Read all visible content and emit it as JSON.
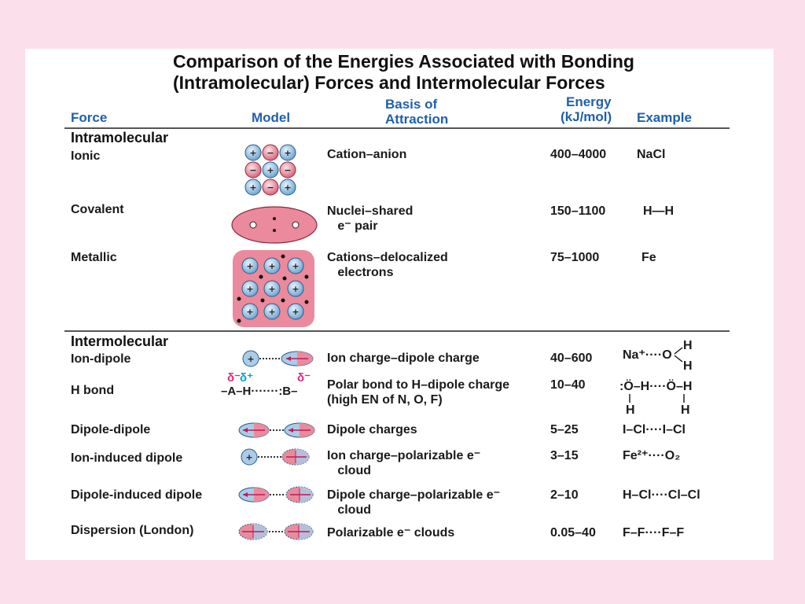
{
  "title_line1": "Comparison of the Energies Associated with Bonding",
  "title_line2": "(Intramolecular) Forces and Intermolecular Forces",
  "headers": {
    "force": "Force",
    "model": "Model",
    "basis_line1": "Basis of",
    "basis_line2": "Attraction",
    "energy_line1": "Energy",
    "energy_line2": "(kJ/mol)",
    "example": "Example"
  },
  "sections": {
    "intramolecular": "Intramolecular",
    "intermolecular": "Intermolecular"
  },
  "rows": [
    {
      "force": "Ionic",
      "basis": "Cation–anion",
      "energy": "400–4000",
      "example": "NaCl"
    },
    {
      "force": "Covalent",
      "basis": "Nuclei–shared\n   e⁻ pair",
      "energy": "150–1100",
      "example": "H—H"
    },
    {
      "force": "Metallic",
      "basis": "Cations–delocalized\n   electrons",
      "energy": "75–1000",
      "example": "Fe"
    },
    {
      "force": "Ion-dipole",
      "basis": "Ion charge–dipole charge",
      "energy": "40–600",
      "example": "Na⁺····O"
    },
    {
      "force": "H bond",
      "basis": "Polar bond to H–dipole charge\n(high EN of N, O, F)",
      "energy": "10–40",
      "example": ":Ö–H····Ö–H"
    },
    {
      "force": "Dipole-dipole",
      "basis": "Dipole charges",
      "energy": "5–25",
      "example": "I–Cl····I–Cl"
    },
    {
      "force": "Ion-induced dipole",
      "basis": "Ion charge–polarizable e⁻\n   cloud",
      "energy": "3–15",
      "example": "Fe²⁺····O₂"
    },
    {
      "force": "Dipole-induced dipole",
      "basis": "Dipole charge–polarizable e⁻\n   cloud",
      "energy": "2–10",
      "example": "H–Cl····Cl–Cl"
    },
    {
      "force": "Dispersion (London)",
      "basis": "Polarizable e⁻ clouds",
      "energy": "0.05–40",
      "example": "F–F····F–F"
    }
  ],
  "hbond_model": {
    "delta_minus_left": "δ⁻",
    "delta_plus": "δ⁺",
    "delta_minus_right": "δ⁻",
    "formula": "–A–H·······:B–"
  },
  "example_labels": {
    "iondipole_h_top": "H",
    "iondipole_h_bottom": "H",
    "hbond_h_left": "H",
    "hbond_h_right": "H"
  },
  "colors": {
    "background": "#fbe0ec",
    "header_blue": "#1f5fae",
    "cation_blue": "#a9cce8",
    "anion_pink": "#e88c9c",
    "delta_plus_cyan": "#00a5c8",
    "delta_minus_magenta": "#e0287a"
  }
}
